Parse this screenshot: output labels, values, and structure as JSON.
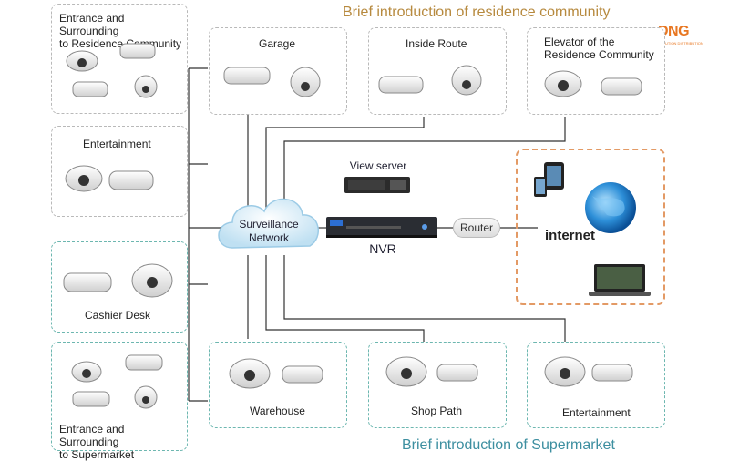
{
  "titles": {
    "residence": "Brief introduction of residence community",
    "supermarket": "Brief introduction of Supermarket"
  },
  "logo": {
    "brand": "DNG",
    "tagline": "SOLUTION DISTRIBUTION"
  },
  "center": {
    "cloud_label": "Surveillance\nNetwork",
    "view_server_label": "View server",
    "nvr_label": "NVR",
    "router_label": "Router",
    "internet_label": "internet"
  },
  "boxes": {
    "entrance_residence": "Entrance and Surrounding\nto Residence Community",
    "entertainment_left": "Entertainment",
    "cashier_desk": "Cashier Desk",
    "entrance_supermarket": "Entrance and Surrounding\nto Supermarket",
    "garage": "Garage",
    "inside_route": "Inside Route",
    "elevator": "Elevator of the\nResidence Community",
    "warehouse": "Warehouse",
    "shop_path": "Shop Path",
    "entertainment_bottom": "Entertainment"
  },
  "colors": {
    "residence_title": "#b78a3f",
    "supermarket_title": "#3d8fa0",
    "logo": "#e87722",
    "internet_border": "#e39a65",
    "teal_border": "#6db7b0"
  }
}
